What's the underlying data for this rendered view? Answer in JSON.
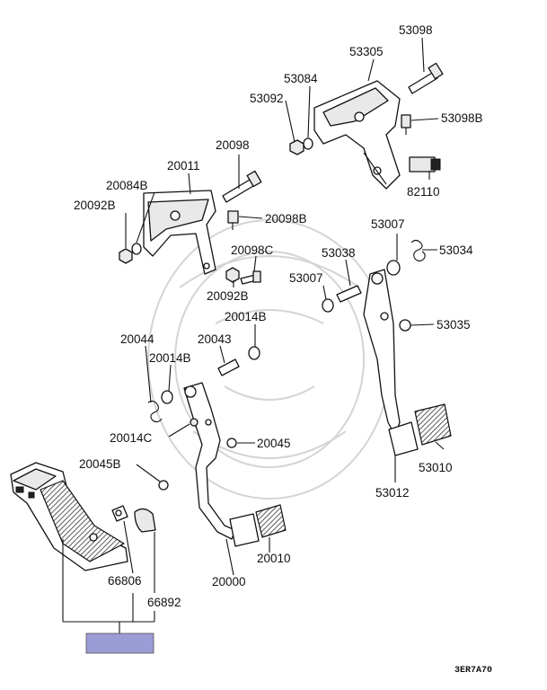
{
  "labels": {
    "l53098": "53098",
    "l53305": "53305",
    "l53084": "53084",
    "l53092": "53092",
    "l53098B": "53098B",
    "l82110": "82110",
    "l20098": "20098",
    "l20011": "20011",
    "l20084B": "20084B",
    "l20092B_top": "20092B",
    "l20098B": "20098B",
    "l20098C": "20098C",
    "l20092B_low": "20092B",
    "l53007_top": "53007",
    "l53038": "53038",
    "l53034": "53034",
    "l53007_low": "53007",
    "l53035": "53035",
    "l20014B_top": "20014B",
    "l20044": "20044",
    "l20043": "20043",
    "l20014B_low": "20014B",
    "l20014C": "20014C",
    "l20045": "20045",
    "l20045B": "20045B",
    "l53010": "53010",
    "l53012": "53012",
    "l20010": "20010",
    "l20000": "20000",
    "l66806": "66806",
    "l66892": "66892"
  },
  "diagram_code": "3ER7A70",
  "highlight_color": "#9b9bd6"
}
